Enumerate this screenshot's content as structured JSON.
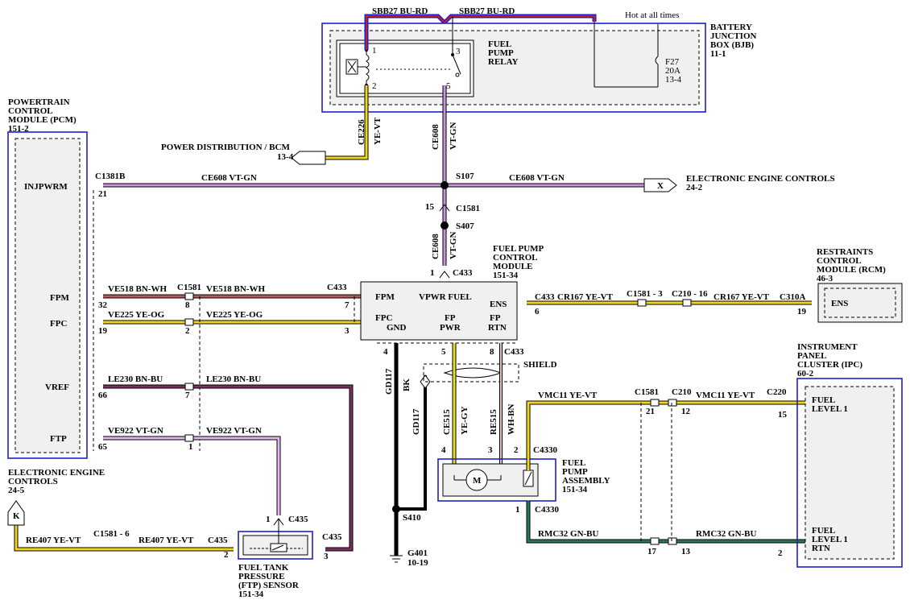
{
  "bjb": {
    "title_l1": "BATTERY",
    "title_l2": "JUNCTION",
    "title_l3": "BOX (BJB)",
    "ref": "11-1"
  },
  "hot": "Hot at all times",
  "sbb27_a": "SBB27   BU-RD",
  "sbb27_b": "SBB27   BU-RD",
  "relay": {
    "l1": "FUEL",
    "l2": "PUMP",
    "l3": "RELAY",
    "p1": "1",
    "p2": "2",
    "p3": "3",
    "p5": "5"
  },
  "fuse": {
    "name": "F27",
    "rating": "20A",
    "ref": "13-4"
  },
  "pcm": {
    "l1": "POWERTRAIN",
    "l2": "CONTROL",
    "l3": "MODULE (PCM)",
    "ref": "151-2",
    "injpwrm": "INJPWRM",
    "fpm": "FPM",
    "fpc": "FPC",
    "vref": "VREF",
    "ftp": "FTP"
  },
  "pdist": {
    "label": "POWER DISTRIBUTION / BCM",
    "ref": "13-4"
  },
  "ce226": {
    "circuit": "CE226",
    "color": "YE-VT"
  },
  "ce608_v": {
    "circuit": "CE608",
    "color": "VT-GN"
  },
  "ce608_v2": {
    "circuit": "CE608",
    "color": "VT-GN"
  },
  "c1381b": "C1381B",
  "pin21": "21",
  "ce608_l": "CE608   VT-GN",
  "ce608_r": "CE608   VT-GN",
  "s107": "S107",
  "s407": "S407",
  "c1581": "C1581",
  "pin15": "15",
  "eec_x": {
    "l1": "ELECTRONIC ENGINE CONTROLS",
    "ref": "24-2",
    "tag": "X"
  },
  "fpcm": {
    "l1": "FUEL PUMP",
    "l2": "CONTROL",
    "l3": "MODULE",
    "ref": "151-34",
    "pin1": "1",
    "c433": "C433",
    "fpm": "FPM",
    "vpwr": "VPWR FUEL",
    "fpc": "FPC",
    "gnd": "GND",
    "fp1": "FP",
    "pwr": "PWR",
    "fp2": "FP",
    "rtn": "RTN",
    "ens": "ENS",
    "p4": "4",
    "p5": "5",
    "p8": "8",
    "c433b": "C433"
  },
  "ve518_l": "VE518   BN-WH",
  "ve518_r": "VE518   BN-WH",
  "c1581b": "C1581",
  "c433_fpm": "C433",
  "pin32": "32",
  "pin8": "8",
  "pin7": "7",
  "ve225_l": "VE225   YE-OG",
  "ve225_r": "VE225   YE-OG",
  "pin19": "19",
  "pin2": "2",
  "pin3": "3",
  "c433_r": "C433",
  "pin6": "6",
  "cr167_l": "CR167   YE-VT",
  "c1581_3": "C1581 - 3",
  "c210_16": "C210 - 16",
  "cr167_r": "CR167   YE-VT",
  "c310a": "C310A",
  "pin19r": "19",
  "rcm": {
    "l1": "RESTRAINTS",
    "l2": "CONTROL",
    "l3": "MODULE (RCM)",
    "ref": "46-3",
    "ens": "ENS"
  },
  "le230_l": "LE230   BN-BU",
  "le230_r": "LE230   BN-BU",
  "pin66": "66",
  "pin7b": "7",
  "ve922_l": "VE922   VT-GN",
  "ve922_r": "VE922   VT-GN",
  "pin65": "65",
  "pin1b": "1",
  "gd117": {
    "c": "GD117",
    "col": "BK",
    "c2": "GD117"
  },
  "shield": "SHIELD",
  "ce515": {
    "c": "CE515",
    "col": "YE-GY"
  },
  "re515": {
    "c": "RE515",
    "col": "WH-BN"
  },
  "fpa": {
    "l1": "FUEL",
    "l2": "PUMP",
    "l3": "ASSEMBLY",
    "ref": "151-34",
    "p4": "4",
    "p3": "3",
    "p2": "2",
    "c4330": "C4330",
    "p1": "1",
    "c4330b": "C4330",
    "motor": "M"
  },
  "s410": "S410",
  "g401": {
    "name": "G401",
    "ref": "10-19"
  },
  "vmc11_l": "VMC11   YE-VT",
  "vmc11_r": "VMC11   YE-VT",
  "c1581_ipc": "C1581",
  "c210_ipc": "C210",
  "c220": "C220",
  "pin21b": "21",
  "pin12": "12",
  "pin15b": "15",
  "rmc32_l": "RMC32   GN-BU",
  "rmc32_r": "RMC32   GN-BU",
  "pin17": "17",
  "pin13": "13",
  "pin2b": "2",
  "ipc": {
    "l1": "INSTRUMENT",
    "l2": "PANEL",
    "l3": "CLUSTER (IPC)",
    "ref": "60-2",
    "fl1a": "FUEL",
    "fl1b": "LEVEL 1",
    "fr1": "FUEL",
    "fr2": "LEVEL 1",
    "fr3": "RTN"
  },
  "eec_k": {
    "l1": "ELECTRONIC ENGINE",
    "l2": "CONTROLS",
    "ref": "24-5",
    "tag": "K"
  },
  "re407_l": "RE407   YE-VT",
  "c1581_6": "C1581 - 6",
  "re407_r": "RE407   YE-VT",
  "c435_l": "C435",
  "pin2c": "2",
  "c435_top": "C435",
  "pin1c": "1",
  "c435_r": "C435",
  "pin3c": "3",
  "ftp": {
    "l1": "FUEL TANK",
    "l2": "PRESSURE",
    "l3": "(FTP) SENSOR",
    "ref": "151-34"
  },
  "colors": {
    "vt": "#9a2fb0",
    "gn": "#2a8f3a",
    "ye": "#f2d51c",
    "bu": "#2233cc",
    "rd": "#cc2020",
    "bn": "#8b4513",
    "wh": "#ffffff",
    "og": "#f08a1c",
    "gy": "#9a9a9a",
    "bk": "#000000"
  }
}
